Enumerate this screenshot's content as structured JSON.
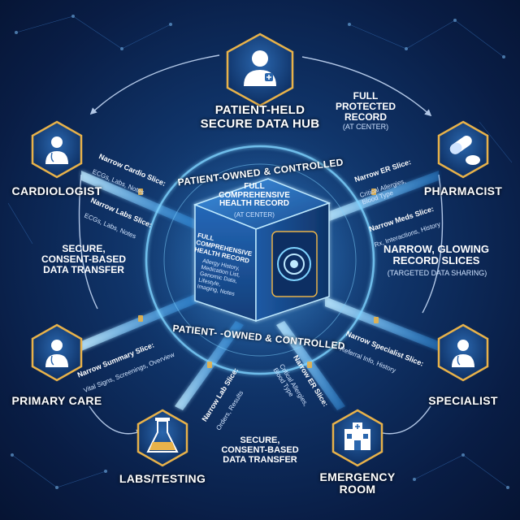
{
  "hub": {
    "title": "PATIENT-HELD\nSECURE DATA HUB",
    "ring_top": "PATIENT-OWNED & CONTROLLED",
    "ring_bottom": "PATIENT- -OWNED & CONTROLLED"
  },
  "cube": {
    "top_text": "FULL\nCOMPREHENSIVE\nHEALTH RECORD",
    "top_sub": "(AT CENTER)",
    "side_title": "FULL COMPREHENSIVE HEALTH RECORD",
    "side_details": "Allergy History,\nMedication List,\nGenomic Data,\nLifestyle,\nImaging, Notes"
  },
  "callouts": {
    "full_protected": "FULL\nPROTECTED\nRECORD",
    "full_protected_sub": "(AT CENTER)",
    "transfer_left": "SECURE,\nCONSENT-BASED\nDATA TRANSFER",
    "transfer_bottom": "SECURE,\nCONSENT-BASED\nDATA TRANSFER",
    "narrow_title": "NARROW, GLOWING\nRECORD SLICES",
    "narrow_sub": "(TARGETED DATA SHARING)"
  },
  "nodes": {
    "cardiologist": "CARDIOLOGIST",
    "pharmacist": "PHARMACIST",
    "primary_care": "PRIMARY CARE",
    "specialist": "SPECIALIST",
    "labs": "LABS/TESTING",
    "er": "EMERGENCY\nROOM"
  },
  "slices": {
    "cardio": {
      "title": "Narrow Cardio Slice:",
      "detail": "ECGs, Labs, Notes"
    },
    "labs_left": {
      "title": "Narrow Labs Slice:",
      "detail": "ECGs, Labs, Notes"
    },
    "er_top": {
      "title": "Narrow ER Slice:",
      "detail": "Critical Allergies,\nBlood Type"
    },
    "meds": {
      "title": "Narrow Meds Slice:",
      "detail": "Rx, Interactions, History"
    },
    "summary": {
      "title": "Narrow Summary Slice:",
      "detail": "Vital Signs, Screenings, Overview"
    },
    "specialist": {
      "title": "Narrow Specialist Slice:",
      "detail": "Referral Info, History"
    },
    "lab_bottom": {
      "title": "Narrow Lab Slice:",
      "detail": "Orders, Results"
    },
    "er_bottom": {
      "title": "Narrow ER Slice:",
      "detail": "Critical Allergies,\nBlood Type"
    }
  },
  "icons": {
    "patient": "patient-icon",
    "cardiologist": "doctor-stethoscope-icon",
    "pharmacist": "pill-capsule-icon",
    "primary_care": "doctor-stethoscope-icon",
    "specialist": "doctor-stethoscope-icon",
    "labs": "flask-icon",
    "er": "hospital-icon"
  },
  "colors": {
    "background": "#0f3266",
    "hex_gold": "#e8b24a",
    "glow": "#64c8ff",
    "cube_face": "#1e5fa8",
    "ring": "#7fd4ff"
  }
}
